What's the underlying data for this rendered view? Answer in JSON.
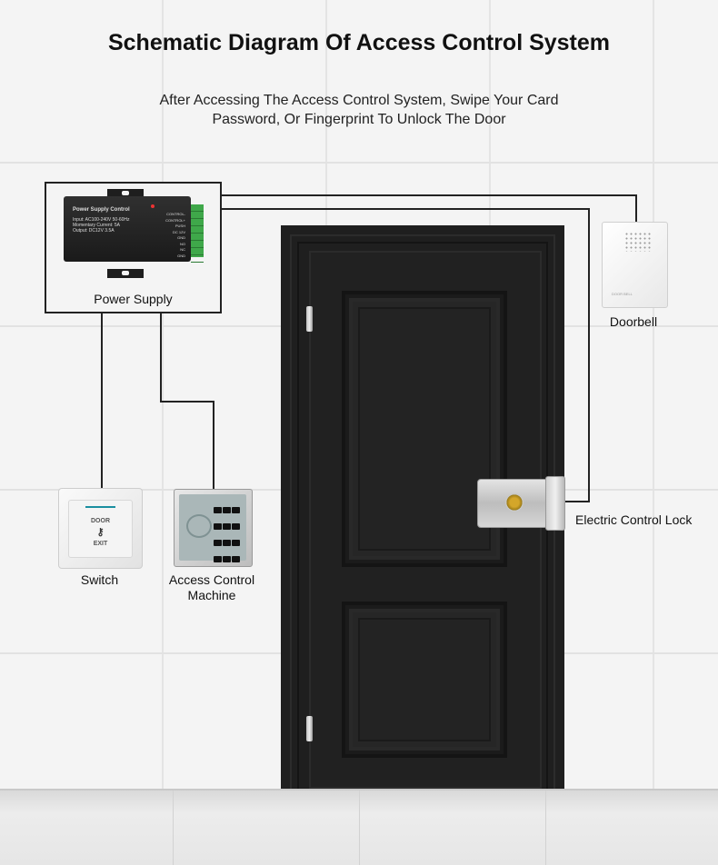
{
  "title": "Schematic Diagram Of Access Control System",
  "subtitle_lines": [
    "After Accessing The Access Control System, Swipe Your Card",
    "Password, Or Fingerprint To Unlock The Door"
  ],
  "components": {
    "power_supply": "Power Supply",
    "doorbell": "Doorbell",
    "lock": "Electric Control Lock",
    "switch": "Switch",
    "access_line1": "Access Control",
    "access_line2": "Machine"
  },
  "power_supply_device": {
    "name": "Power Supply Control",
    "specs": [
      "Input: AC100-240V 50-60Hz",
      "Momentary Current: 5A",
      "Output: DC12V 3.5A"
    ],
    "terminals": [
      "CONTROL-",
      "CONTROL+",
      "PUSH",
      "DC 12V",
      "GND",
      "NO",
      "NC",
      "GND"
    ]
  },
  "switch_device": {
    "line1": "DOOR",
    "line2": "EXIT"
  },
  "doorbell_device": {
    "tag": "DOOR BELL"
  },
  "colors": {
    "wire": "#222222",
    "door": "#212121",
    "terminal": "#3fa84a",
    "wall": "#f4f4f4"
  }
}
